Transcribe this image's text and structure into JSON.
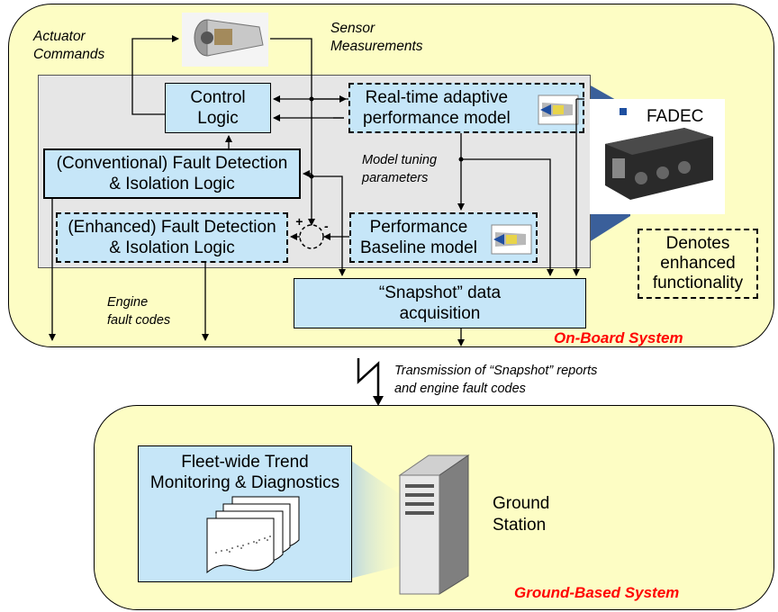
{
  "onboard": {
    "label": "On-Board System",
    "actuator_commands": "Actuator\nCommands",
    "sensor_measurements": "Sensor\nMeasurements",
    "control_logic": "Control\nLogic",
    "adaptive_model": "Real-time adaptive\nperformance model",
    "model_tuning": "Model tuning\nparameters",
    "conventional_fdi": "(Conventional) Fault Detection\n& Isolation Logic",
    "enhanced_fdi": "(Enhanced) Fault Detection\n& Isolation Logic",
    "baseline_model": "Performance\nBaseline model",
    "snapshot": "“Snapshot” data\nacquisition",
    "engine_fault_codes": "Engine\nfault codes",
    "fadec": "FADEC",
    "legend": "Denotes\nenhanced\nfunctionality",
    "plus": "+",
    "minus": "-"
  },
  "transmission": "Transmission of “Snapshot” reports\nand engine fault codes",
  "ground": {
    "label": "Ground-Based System",
    "fleet": "Fleet-wide Trend\nMonitoring & Diagnostics",
    "station": "Ground\nStation"
  },
  "colors": {
    "panel": "#fdfdc4",
    "box": "#c6e6f8",
    "gray": "#e6e6e6",
    "accent_red": "#ff0000",
    "blue_shape": "#3a5f9a"
  }
}
